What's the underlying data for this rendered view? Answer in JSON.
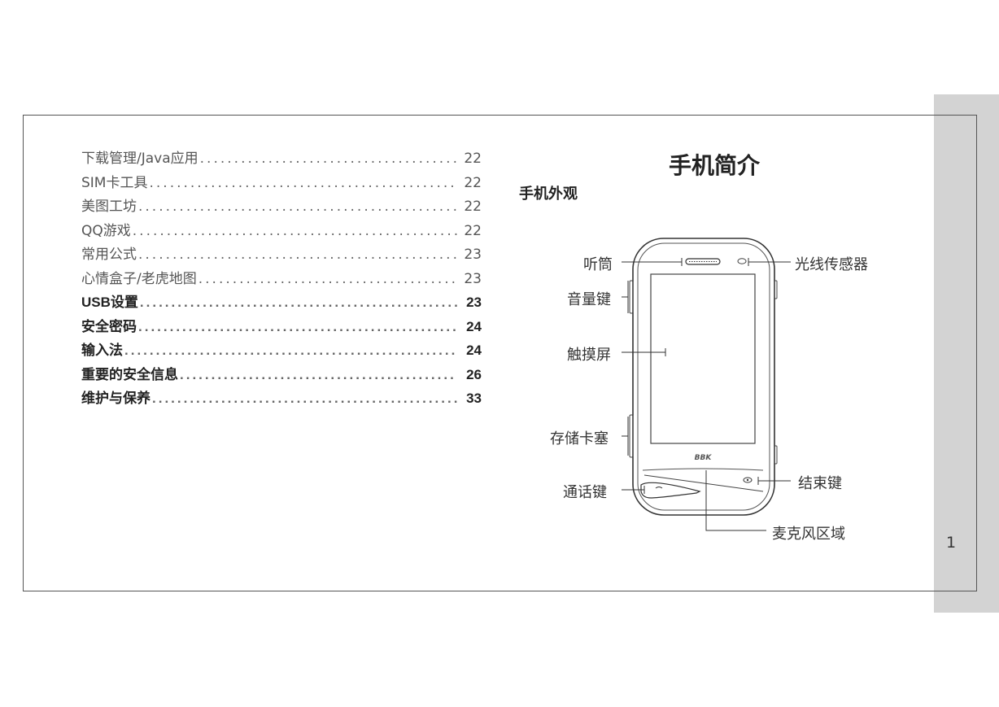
{
  "toc": [
    {
      "title": "下载管理/Java应用",
      "page": "22",
      "bold": false
    },
    {
      "title": "SIM卡工具",
      "page": "22",
      "bold": false
    },
    {
      "title": "美图工坊",
      "page": "22",
      "bold": false
    },
    {
      "title": "QQ游戏",
      "page": "22",
      "bold": false
    },
    {
      "title": "常用公式",
      "page": "23",
      "bold": false
    },
    {
      "title": "心情盒子/老虎地图",
      "page": "23",
      "bold": false
    },
    {
      "title": "USB设置",
      "page": "23",
      "bold": true
    },
    {
      "title": "安全密码",
      "page": "24",
      "bold": true
    },
    {
      "title": "输入法",
      "page": "24",
      "bold": true
    },
    {
      "title": "重要的安全信息",
      "page": "26",
      "bold": true
    },
    {
      "title": "维护与保养",
      "page": "33",
      "bold": true
    }
  ],
  "section_title": "手机简介",
  "subsection_title": "手机外观",
  "callouts": {
    "earpiece": "听筒",
    "light_sensor": "光线传感器",
    "volume_key": "音量键",
    "touchscreen": "触摸屏",
    "memory_card_slot": "存储卡塞",
    "end_key": "结束键",
    "call_key": "通话键",
    "microphone_area": "麦克风区域"
  },
  "phone_logo": "BBK",
  "page_number": "1",
  "colors": {
    "tab_gray": "#d3d3d3",
    "frame": "#555555"
  }
}
